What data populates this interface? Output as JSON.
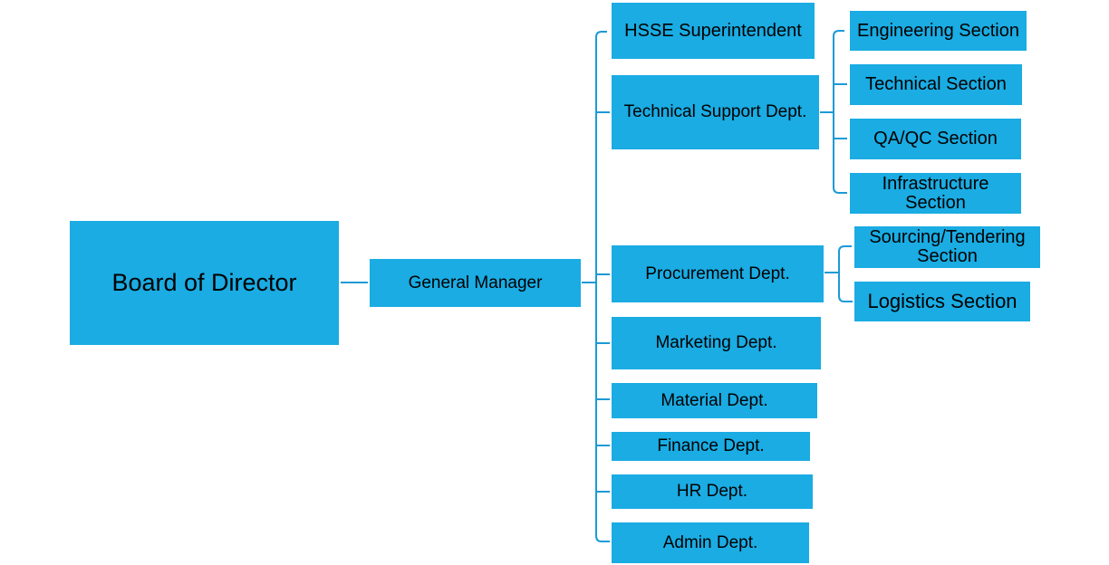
{
  "org": {
    "board": "Board of Director",
    "gm": "General Manager",
    "departments": {
      "hsse": "HSSE Superintendent",
      "technical_support": "Technical Support Dept.",
      "procurement": "Procurement Dept.",
      "marketing": "Marketing Dept.",
      "material": "Material Dept.",
      "finance": "Finance Dept.",
      "hr": "HR Dept.",
      "admin": "Admin Dept."
    },
    "technical_support_sections": {
      "engineering": "Engineering Section",
      "technical": "Technical Section",
      "qa_qc": "QA/QC Section",
      "infrastructure": "Infrastructure Section"
    },
    "procurement_sections": {
      "sourcing": "Sourcing/Tendering Section",
      "logistics": "Logistics Section"
    }
  },
  "colors": {
    "box_fill": "#1aace3",
    "connector": "#1c9ad6",
    "text": "#000000"
  }
}
